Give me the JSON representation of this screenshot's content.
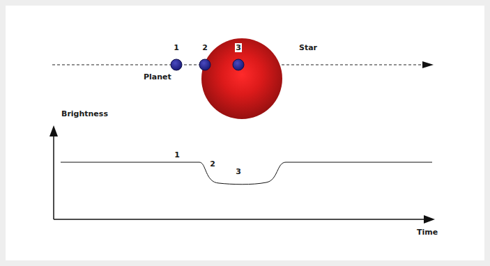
{
  "diagram": {
    "labels": [
      "1",
      "2",
      "3",
      "Star",
      "Planet",
      "Brightness",
      "1",
      "2",
      "3",
      "Time"
    ]
  }
}
